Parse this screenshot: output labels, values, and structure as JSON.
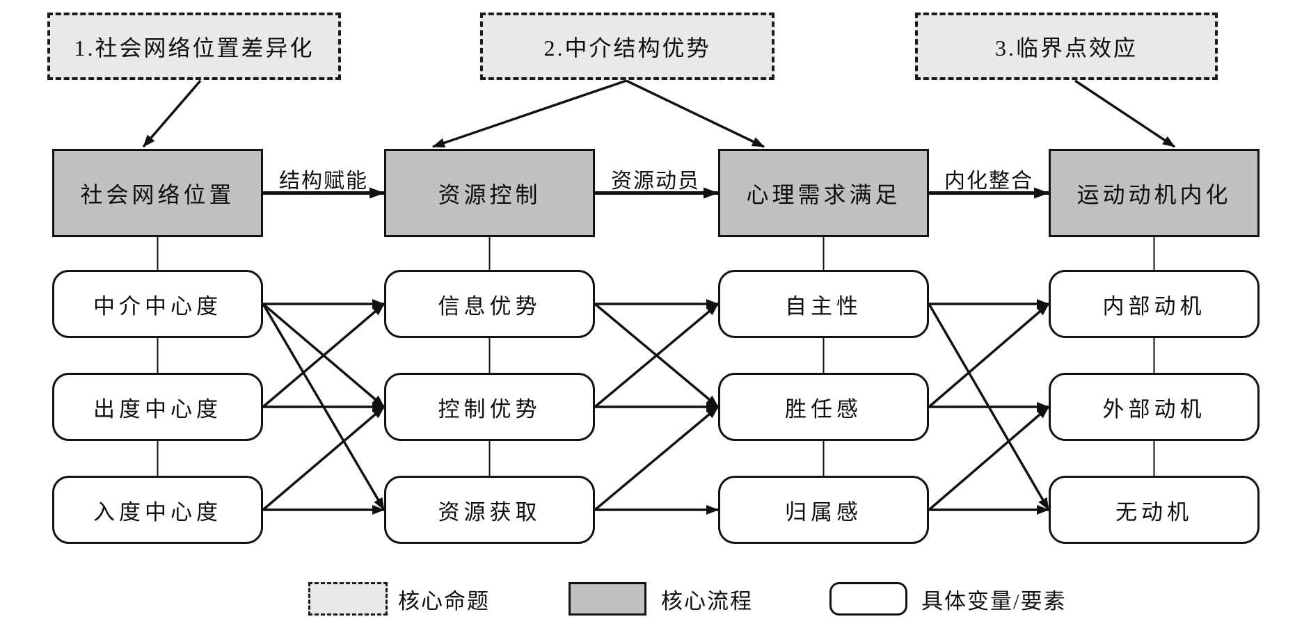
{
  "diagram": {
    "title_implicit": "",
    "propositions": [
      {
        "id": "p1",
        "label": "1.社会网络位置差异化"
      },
      {
        "id": "p2",
        "label": "2.中介结构优势"
      },
      {
        "id": "p3",
        "label": "3.临界点效应"
      }
    ],
    "processes": [
      {
        "id": "f1",
        "label": "社会网络位置"
      },
      {
        "id": "f2",
        "label": "资源控制"
      },
      {
        "id": "f3",
        "label": "心理需求满足"
      },
      {
        "id": "f4",
        "label": "运动动机内化"
      }
    ],
    "process_edge_labels": [
      "结构赋能",
      "资源动员",
      "内化整合"
    ],
    "variables": {
      "col1": [
        "中介中心度",
        "出度中心度",
        "入度中心度"
      ],
      "col2": [
        "信息优势",
        "控制优势",
        "资源获取"
      ],
      "col3": [
        "自主性",
        "胜任感",
        "归属感"
      ],
      "col4": [
        "内部动机",
        "外部动机",
        "无动机"
      ]
    },
    "legend": [
      {
        "swatch": "dashed",
        "label": "核心命题"
      },
      {
        "swatch": "process",
        "label": "核心流程"
      },
      {
        "swatch": "variable",
        "label": "具体变量/要素"
      }
    ],
    "colors": {
      "proposition_fill": "#e9e9e9",
      "process_fill": "#c1c1c1",
      "variable_fill": "#ffffff",
      "line": "#111111",
      "background": "#ffffff"
    },
    "edges": {
      "proposition_to_process": [
        [
          "p1",
          "f1"
        ],
        [
          "p2",
          "f2"
        ],
        [
          "p2",
          "f3"
        ],
        [
          "p3",
          "f4"
        ]
      ],
      "process_flow": [
        [
          "f1",
          "f2"
        ],
        [
          "f2",
          "f3"
        ],
        [
          "f3",
          "f4"
        ]
      ],
      "variable_links": [
        [
          "a1",
          "b1"
        ],
        [
          "a1",
          "b2"
        ],
        [
          "a1",
          "b3"
        ],
        [
          "a2",
          "b1"
        ],
        [
          "a2",
          "b2"
        ],
        [
          "a3",
          "b2"
        ],
        [
          "a3",
          "b3"
        ],
        [
          "b1",
          "c1"
        ],
        [
          "b1",
          "c2"
        ],
        [
          "b2",
          "c1"
        ],
        [
          "b2",
          "c2"
        ],
        [
          "b3",
          "c2"
        ],
        [
          "b3",
          "c3"
        ],
        [
          "c1",
          "d1"
        ],
        [
          "c1",
          "d3"
        ],
        [
          "c2",
          "d1"
        ],
        [
          "c2",
          "d2"
        ],
        [
          "c3",
          "d2"
        ],
        [
          "c3",
          "d3"
        ]
      ],
      "vertical_connectors": [
        [
          "f1",
          "a1"
        ],
        [
          "a1",
          "a2"
        ],
        [
          "a2",
          "a3"
        ],
        [
          "f2",
          "b1"
        ],
        [
          "b1",
          "b2"
        ],
        [
          "b2",
          "b3"
        ],
        [
          "f3",
          "c1"
        ],
        [
          "c1",
          "c2"
        ],
        [
          "c2",
          "c3"
        ],
        [
          "f4",
          "d1"
        ],
        [
          "d1",
          "d2"
        ],
        [
          "d2",
          "d3"
        ]
      ]
    }
  }
}
